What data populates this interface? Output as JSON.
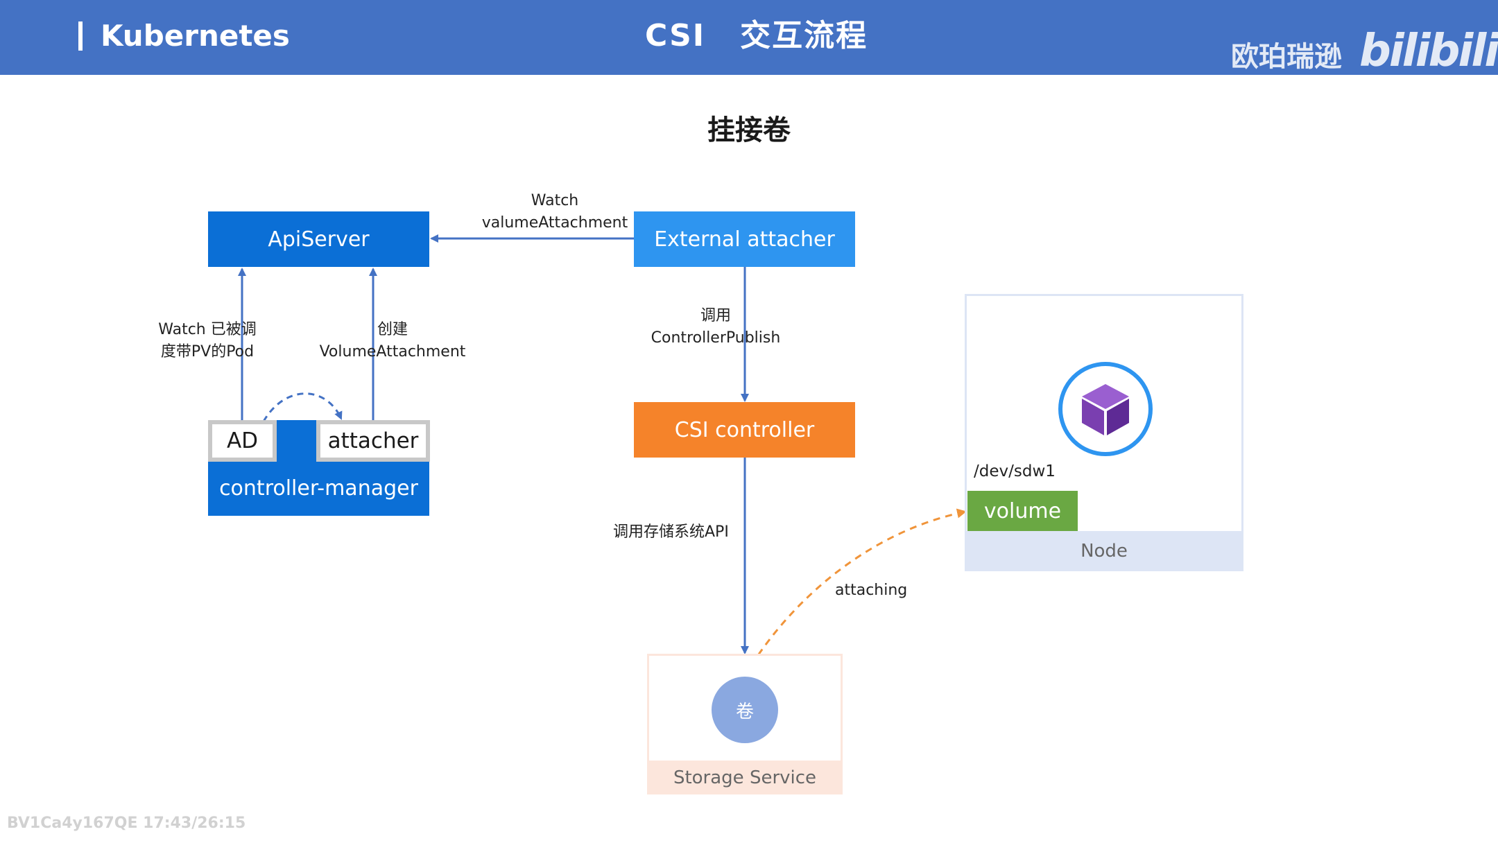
{
  "header": {
    "left_title": "Kubernetes",
    "center_title_a": "CSI",
    "center_title_b": "交互流程",
    "brand_cn": "欧珀瑞逊",
    "brand_logo": "bilibili"
  },
  "subtitle": "挂接卷",
  "nodes": {
    "apiserver": "ApiServer",
    "external_attacher": "External attacher",
    "csi_controller": "CSI controller",
    "ad": "AD",
    "attacher": "attacher",
    "controller_manager": "controller-manager",
    "volume": "volume",
    "node": "Node",
    "storage_service": "Storage Service",
    "disk": "卷",
    "dev_path": "/dev/sdw1"
  },
  "edge_labels": {
    "watch_line1": "Watch",
    "watch_line2": "valumeAttachment",
    "call_line1": "调用",
    "call_line2": "ControllerPublish",
    "ad_line1": "Watch 已被调",
    "ad_line2": "度带PV的Pod",
    "create_line1": "创建",
    "create_line2": "VolumeAttachment",
    "storage_api": "调用存储系统API",
    "attaching": "attaching"
  },
  "footer": "BV1Ca4y167QE 17:43/26:15",
  "colors": {
    "header_bg": "#4472c4",
    "apiserver": "#0b6fd6",
    "external_attacher": "#2e95f0",
    "csi_controller": "#f5832a",
    "volume": "#6aa843",
    "node_bg": "#dde5f5",
    "storage_bg": "#fce6dc",
    "disk": "#8aa8e0",
    "cube": "#7a3fb0",
    "arrow": "#4472c4",
    "attaching_arrow": "#f0943a"
  }
}
